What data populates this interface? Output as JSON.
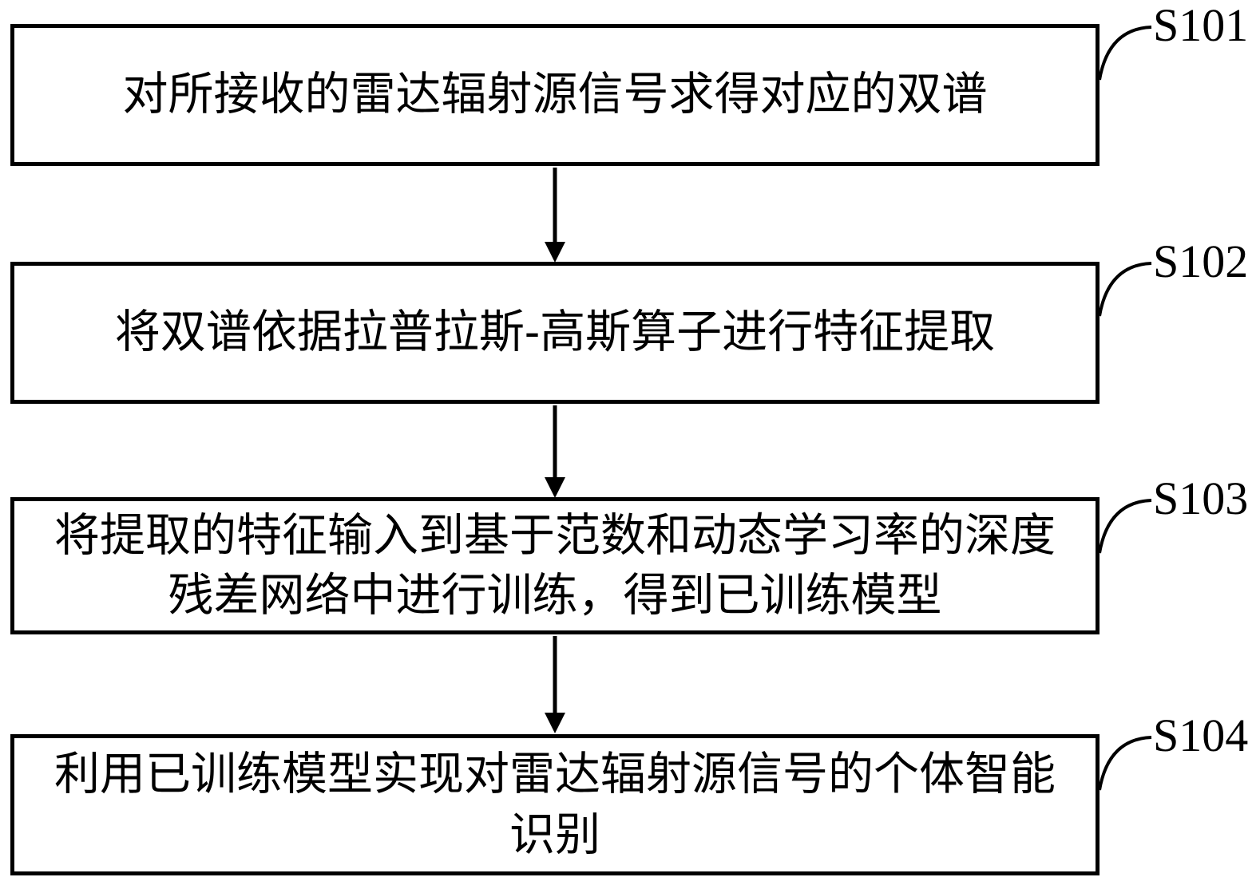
{
  "figure": {
    "type": "flowchart",
    "background_color": "#ffffff",
    "line_color": "#000000",
    "text_color": "#000000",
    "steps": [
      {
        "label": "S101",
        "lines": [
          "对所接收的雷达辐射源信号求得对应的双谱"
        ]
      },
      {
        "label": "S102",
        "lines": [
          "将双谱依据拉普拉斯-高斯算子进行特征提取"
        ]
      },
      {
        "label": "S103",
        "lines": [
          "将提取的特征输入到基于范数和动态学习率的深度",
          "残差网络中进行训练，得到已训练模型"
        ]
      },
      {
        "label": "S104",
        "lines": [
          "利用已训练模型实现对雷达辐射源信号的个体智能",
          "识别"
        ]
      }
    ],
    "arrows": [
      {
        "from": "S101",
        "to": "S102"
      },
      {
        "from": "S102",
        "to": "S103"
      },
      {
        "from": "S103",
        "to": "S104"
      }
    ]
  }
}
